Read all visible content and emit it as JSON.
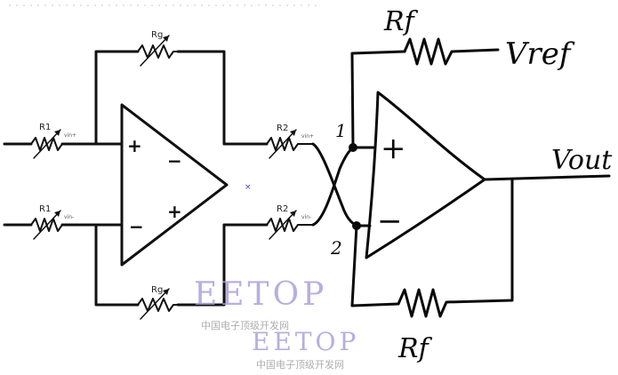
{
  "printed_circuit": {
    "input_resistor_top": "R1",
    "input_resistor_top_sub": "vin+",
    "input_resistor_bottom": "R1",
    "input_resistor_bottom_sub": "vin-",
    "gain_resistor_top": "Rg",
    "gain_resistor_bottom": "Rg",
    "output_resistor_top": "R2",
    "output_resistor_top_sub": "vin+",
    "output_resistor_bottom": "R2",
    "output_resistor_bottom_sub": "vin-",
    "opamp_in_plus": "+",
    "opamp_in_minus": "−",
    "opamp_out_minus": "−",
    "opamp_out_plus": "+",
    "probe_mark": "×"
  },
  "handwritten": {
    "feedback_top_label": "Rf",
    "feedback_bottom_label": "Rf",
    "reference_label": "Vref",
    "output_label": "Vout",
    "node_1": "1",
    "node_2": "2",
    "opamp_plus": "+",
    "opamp_minus": "−"
  },
  "watermarks": [
    {
      "brand": "EETOP",
      "subtitle": "中国电子顶级开发网"
    },
    {
      "brand": "EETOP",
      "subtitle": "中国电子顶级开发网"
    }
  ]
}
